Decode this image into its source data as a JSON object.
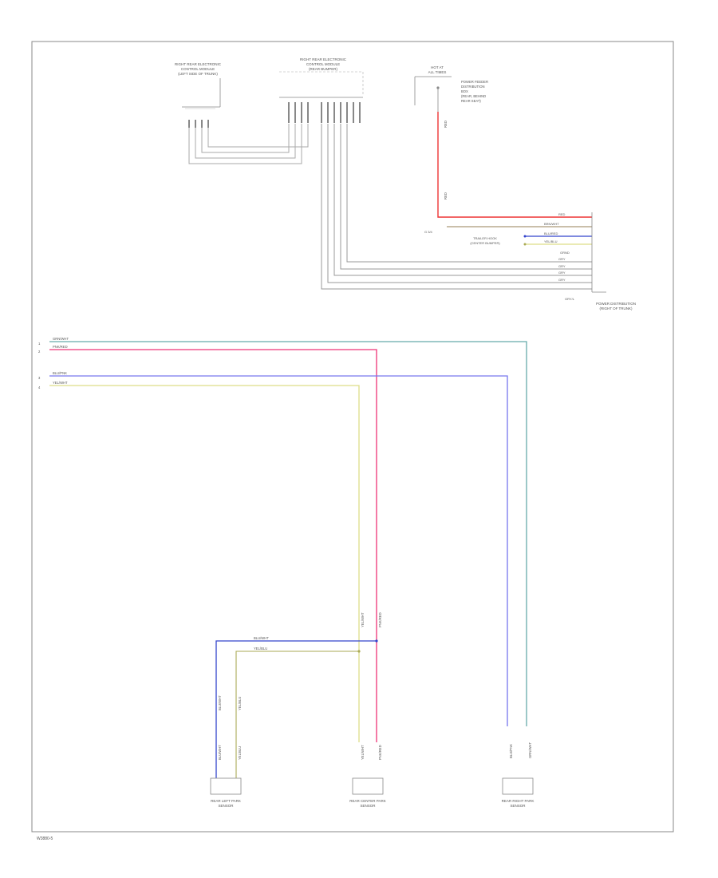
{
  "modules": {
    "left_module": [
      "RIGHT REAR ELECTRONIC",
      "CONTROL MODULE",
      "(LEFT SIDE OF TRUNK)"
    ],
    "center_module": [
      "RIGHT REAR ELECTRONIC",
      "CONTROL MODULE",
      "(REAR BUMPER)"
    ],
    "fuse": [
      "HOT AT",
      "ALL TIMES"
    ],
    "fuse_info": [
      "POWER FEEDER",
      "DISTRIBUTION",
      "BOX",
      "(REAR, BEHIND",
      "REAR SEAT)"
    ],
    "right_connector": [
      "POWER DISTRIBUTION",
      "(RIGHT OF TRUNK)"
    ],
    "splice": [
      "TRAILER HOOK",
      "(CENTER BUMPER)"
    ]
  },
  "wire_labels": {
    "red": "RED",
    "brn": "BRN/WHT",
    "blu": "BLU/RED",
    "yel": "YEL/BLU",
    "gry1": "GRY",
    "gry2": "GRY",
    "gry3": "GRY",
    "gry4": "GRY",
    "gry_lbl": "GRY/L",
    "ground": "GRND",
    "top_left": "G 3/4"
  },
  "bus_labels": {
    "teal": "GRN/WHT",
    "pink": "PNK/RED",
    "purple": "BLU/PNK",
    "yellow": "YEL/WHT"
  },
  "vertical_labels": {
    "yellow_mid": "YEL/WHT",
    "red_mid": "PNK/RED",
    "bl_top": "BLU/WHT",
    "bl_low": "BLU/WHT",
    "bl2_top": "YEL/BLU",
    "bl2_low": "YEL/BLU",
    "c_yel": "YEL/WHT",
    "c_red": "PNK/RED",
    "r_pur": "BLU/PNK",
    "r_teal": "GRN/WHT"
  },
  "horizontal_labels": {
    "purple_short": "BLU/WHT",
    "yellow_short": "YEL/BLU"
  },
  "sensors": {
    "left": [
      "REAR LEFT PARK",
      "SENSOR"
    ],
    "center": [
      "REAR CENTER PARK",
      "SENSOR"
    ],
    "right": [
      "REAR RIGHT PARK",
      "SENSOR"
    ]
  },
  "footer": "W3880-5",
  "colors": {
    "red": "#ee3333",
    "teal": "#66aaaa",
    "pink": "#ee3377",
    "purple": "#7777ee",
    "yellow": "#dddd88",
    "gray": "#999999",
    "brown": "#aa9977",
    "blue": "#3344cc"
  }
}
